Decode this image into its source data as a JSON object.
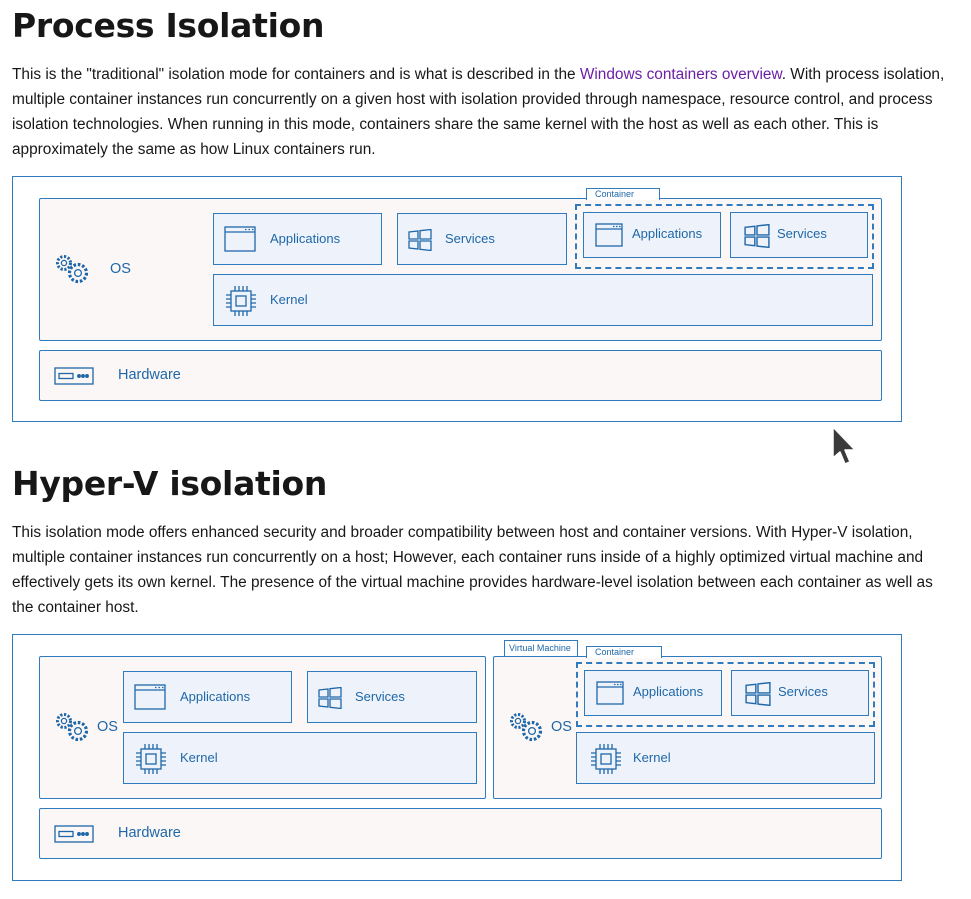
{
  "section1": {
    "heading": "Process Isolation",
    "para_before_link": "This is the \"traditional\" isolation mode for containers and is what is described in the ",
    "link_text": "Windows containers overview",
    "para_after_link": ". With process isolation, multiple container instances run concurrently on a given host with isolation provided through namespace, resource control, and process isolation technologies. When running in this mode, containers share the same kernel with the host as well as each other. This is approximately the same as how Linux containers run.",
    "diagram": {
      "os_label": "OS",
      "applications_label": "Applications",
      "services_label": "Services",
      "container_tag": "Container",
      "container_applications_label": "Applications",
      "container_services_label": "Services",
      "kernel_label": "Kernel",
      "hardware_label": "Hardware"
    }
  },
  "section2": {
    "heading": "Hyper-V isolation",
    "paragraph": "This isolation mode offers enhanced security and broader compatibility between host and container versions. With Hyper-V isolation, multiple container instances run concurrently on a host; However, each container runs inside of a highly optimized virtual machine and effectively gets its own kernel. The presence of the virtual machine provides hardware-level isolation between each container as well as the container host.",
    "diagram": {
      "host_os_label": "OS",
      "host_applications_label": "Applications",
      "host_services_label": "Services",
      "host_kernel_label": "Kernel",
      "vm_tag": "Virtual Machine",
      "vm_os_label": "OS",
      "container_tag": "Container",
      "container_applications_label": "Applications",
      "container_services_label": "Services",
      "vm_kernel_label": "Kernel",
      "hardware_label": "Hardware"
    }
  },
  "colors": {
    "border_blue": "#2f7bbd",
    "label_blue": "#1f67a8",
    "link_purple": "#6b1fa6",
    "box_fill": "#fbf7f6",
    "inner_fill": "#eef3fb"
  },
  "icons": [
    "gears-icon",
    "window-icon",
    "windows-logo-icon",
    "chip-icon",
    "hardware-drive-icon",
    "mouse-cursor-icon"
  ]
}
